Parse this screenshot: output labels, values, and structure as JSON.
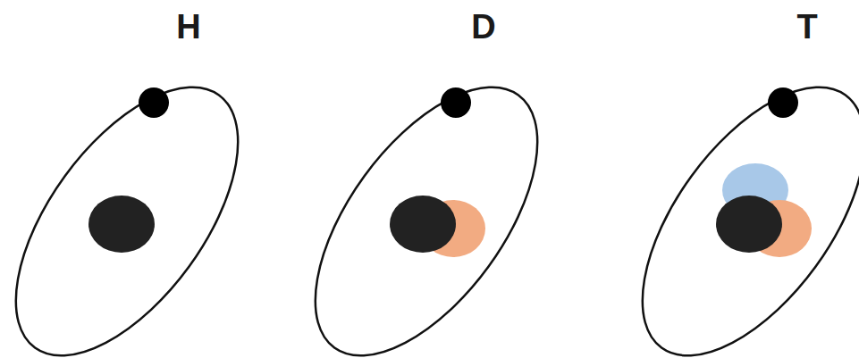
{
  "diagram": {
    "labels": [
      "H",
      "D",
      "T"
    ]
  }
}
